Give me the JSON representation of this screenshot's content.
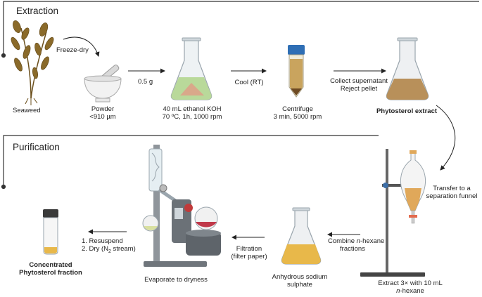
{
  "sections": {
    "extraction": "Extraction",
    "purification": "Purification"
  },
  "extraction": {
    "seaweed": "Seaweed",
    "freeze_dry": "Freeze-dry",
    "powder_line1": "Powder",
    "powder_line2": "<910 µm",
    "step_amount": "0.5 g",
    "ethanol_line1": "40 mL ethanol KOH",
    "ethanol_line2": "70 ºC, 1h, 1000 rpm",
    "cool": "Cool (RT)",
    "centrifuge_line1": "Centrifuge",
    "centrifuge_line2": "3 min, 5000 rpm",
    "collect_line1": "Collect supernatant",
    "collect_line2": "Reject pellet",
    "phytosterol_extract": "Phytosterol extract"
  },
  "purification": {
    "transfer_line1": "Transfer to a",
    "transfer_line2": "separation funnel",
    "extract_line1": "Extract 3× with 10 mL",
    "extract_line2_em": "n",
    "extract_line2_rest": "-hexane",
    "combine_line1_a": "Combine ",
    "combine_line1_em": "n",
    "combine_line1_b": "-hexane",
    "combine_line2": "fractions",
    "anhydrous_line1": "Anhydrous sodium",
    "anhydrous_line2": "sulphate",
    "filtration_line1": "Filtration",
    "filtration_line2": "(filter paper)",
    "evaporate": "Evaporate to dryness",
    "step1": "1.  Resuspend",
    "step2_a": "2.  Dry (N",
    "step2_sub": "2",
    "step2_b": " stream)",
    "concentrated_line1": "Concentrated",
    "concentrated_line2": "Phytosterol fraction"
  },
  "colors": {
    "frame": "#333333",
    "green_liquid": "#b9d99a",
    "brown_liquid": "#b8905a",
    "yellow_liquid": "#e8b84a",
    "red_liquid": "#c0394a",
    "seaweed": "#8a6a2a"
  }
}
